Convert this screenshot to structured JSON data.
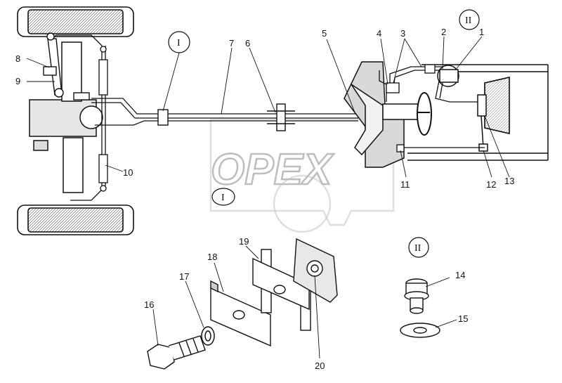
{
  "watermark": "OPEX",
  "callouts": {
    "c1": "1",
    "c2": "2",
    "c3": "3",
    "c4": "4",
    "c5": "5",
    "c6": "6",
    "c7": "7",
    "c8": "8",
    "c9": "9",
    "c10": "10",
    "c11": "11",
    "c12": "12",
    "c13": "13",
    "c14": "14",
    "c15": "15",
    "c16": "16",
    "c17": "17",
    "c18": "18",
    "c19": "19",
    "c20": "20"
  },
  "detail_marks": {
    "d1_top": "I",
    "d1_mid": "I",
    "d2_top": "II",
    "d2_parts": "II"
  }
}
